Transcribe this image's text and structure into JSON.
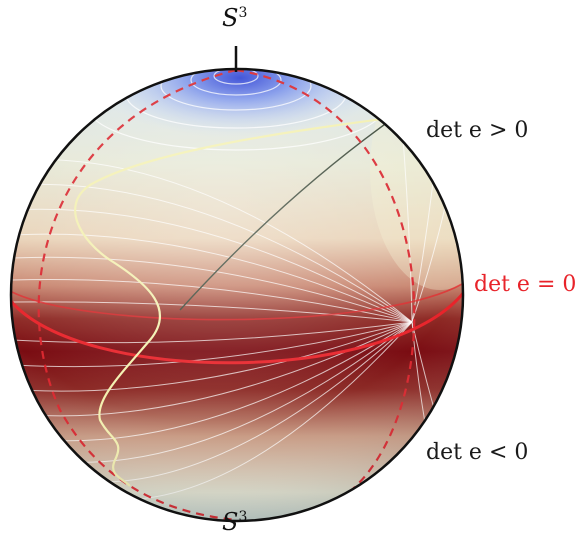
{
  "title_top": {
    "base": "S",
    "exponent": "3"
  },
  "title_bottom": {
    "base": "S",
    "exponent": "3"
  },
  "labels": {
    "positive": "det e > 0",
    "zero": "det e = 0",
    "negative": "det e < 0"
  },
  "colors": {
    "equator": "#e8232a",
    "dashed_meridian": "#d9262e",
    "outline": "#111111",
    "pole_blue": "#3a4fd8",
    "band_dark_red": "#7a0c12",
    "curve_yellow": "#f3f0b0"
  }
}
